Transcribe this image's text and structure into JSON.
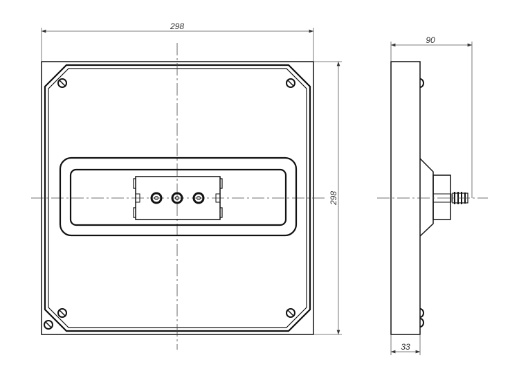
{
  "front_view": {
    "width_dim": "298",
    "height_dim": "298"
  },
  "side_view": {
    "depth_dim": "90",
    "body_dim": "33"
  },
  "colors": {
    "line": "#111111",
    "dim": "#555555"
  }
}
